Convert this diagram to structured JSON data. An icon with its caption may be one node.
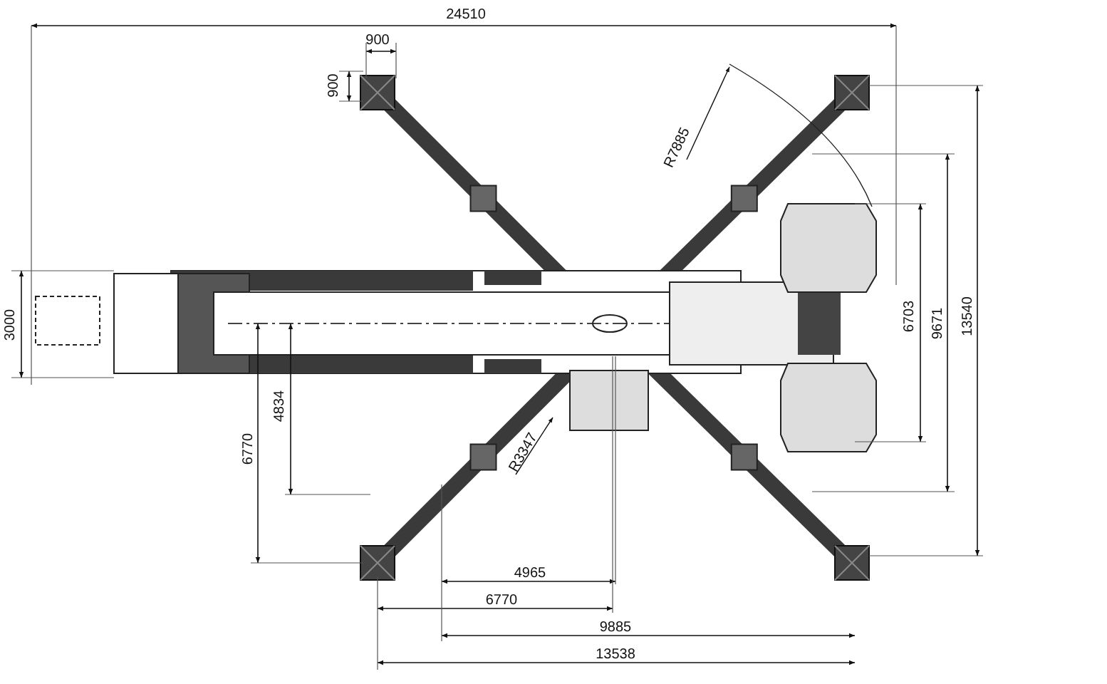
{
  "diagram": {
    "labels": [
      "24510",
      "900",
      "900",
      "R7885",
      "3000",
      "6703",
      "9671",
      "13540",
      "4834",
      "6770",
      "R3347",
      "4965",
      "6770",
      "9885",
      "13538"
    ]
  }
}
